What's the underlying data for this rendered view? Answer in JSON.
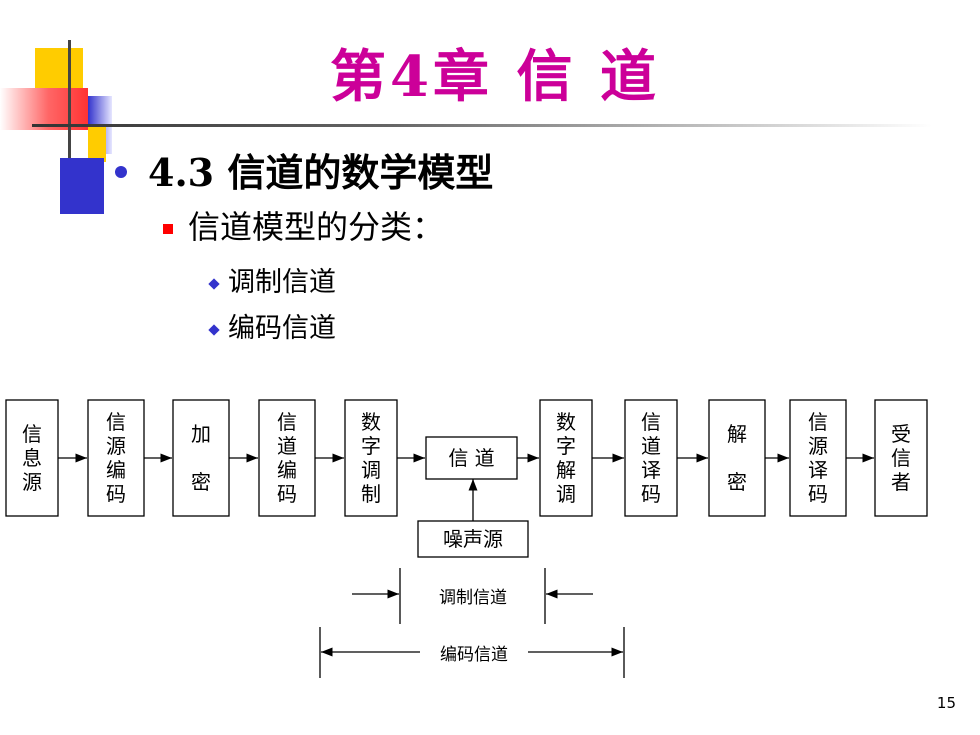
{
  "slide": {
    "title": "第4章  信  道",
    "heading_num": "4.3",
    "heading_text": "信道的数学模型",
    "sub_heading": "信道模型的分类：",
    "items": [
      "调制信道",
      "编码信道"
    ],
    "page_number": "15"
  },
  "diagram": {
    "blocks": [
      {
        "id": "info-source",
        "label": "信\n息\n源"
      },
      {
        "id": "source-encoding",
        "label": "信\n源\n编\n码"
      },
      {
        "id": "encryption",
        "label": "加\n\n密"
      },
      {
        "id": "channel-encoding",
        "label": "信\n道\n编\n码"
      },
      {
        "id": "digital-modulation",
        "label": "数\n字\n调\n制"
      },
      {
        "id": "channel",
        "label": "信 道"
      },
      {
        "id": "digital-demodulation",
        "label": "数\n字\n解\n调"
      },
      {
        "id": "channel-decoding",
        "label": "信\n道\n译\n码"
      },
      {
        "id": "decryption",
        "label": "解\n\n密"
      },
      {
        "id": "source-decoding",
        "label": "信\n源\n译\n码"
      },
      {
        "id": "receiver",
        "label": "受\n信\n者"
      }
    ],
    "noise_source": "噪声源",
    "modulation_channel_label": "调制信道",
    "coding_channel_label": "编码信道"
  },
  "colors": {
    "title": "#cc0099",
    "bullet_blue": "#3333cc",
    "bullet_red": "#ff0000",
    "deco_yellow": "#ffcc00",
    "deco_blue": "#3333cc",
    "deco_red": "#ff3333"
  }
}
